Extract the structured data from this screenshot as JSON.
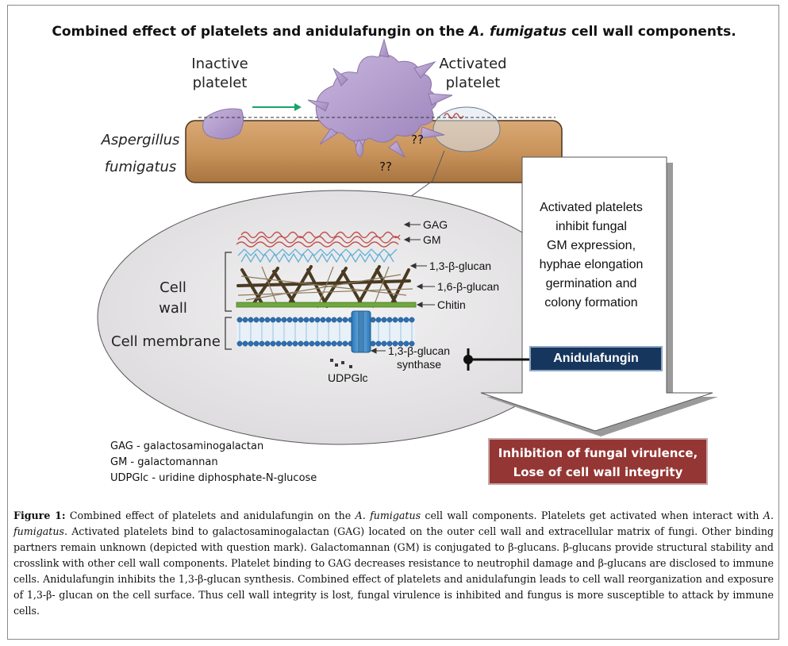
{
  "figure": {
    "title_pre": "Combined effect of platelets and anidulafungin on the ",
    "title_italic": "A. fumigatus",
    "title_post": " cell wall components.",
    "inactive_l1": "Inactive",
    "inactive_l2": "platelet",
    "activated_l1": "Activated",
    "activated_l2": "platelet",
    "organism_l1": "Aspergillus",
    "organism_l2": "fumigatus",
    "question_marks": "??",
    "cell_wall_l1": "Cell",
    "cell_wall_l2": "wall",
    "cell_membrane": "Cell membrane",
    "components": {
      "gag": "GAG",
      "gm": "GM",
      "b13": "1,3-β-glucan",
      "b16": "1,6-β-glucan",
      "chitin": "Chitin",
      "synthase_l1": "1,3-β-glucan",
      "synthase_l2": "synthase",
      "udpglc": "UDPGlc"
    },
    "effect_lines": [
      "Activated platelets",
      "inhibit fungal",
      "GM expression,",
      "hyphae elongation",
      "germination and",
      "colony formation"
    ],
    "drug": "Anidulafungin",
    "outcome_l1": "Inhibition of fungal virulence,",
    "outcome_l2": "Lose of cell wall integrity",
    "legend": [
      "GAG - galactosaminogalactan",
      "GM - galactomannan",
      "UDPGlc - uridine diphosphate-N-glucose"
    ]
  },
  "caption": {
    "label": "Figure 1:",
    "p1": " Combined effect of platelets and anidulafungin on the ",
    "i1": "A. fumigatus",
    "p2": " cell wall components. Platelets get activated when interact with ",
    "i2": "A. fumigatus",
    "p3": ". Activated platelets bind to galactosaminogalactan (GAG) located on the outer cell wall and extracellular matrix of fungi. Other binding partners remain unknown (depicted with question mark). Galactomannan (GM) is conjugated to β-glucans. β-glucans provide structural stability and crosslink with other cell wall components. Platelet binding to GAG decreases resistance to neutrophil damage and β-glucans are disclosed to immune cells. Anidulafungin inhibits the 1,3-β-glucan synthesis. Combined effect of platelets and anidulafungin leads to cell wall reorganization and exposure of 1,3-β- glucan on the cell surface. Thus cell wall integrity is lost, fungal virulence is inhibited and fungus is more susceptible to attack by immune cells."
  },
  "colors": {
    "hypha": "#c9945c",
    "platelet": "#b69fcf",
    "ellipse": "#e6e4e6",
    "drug_box": "#17365d",
    "outcome_box": "#943634",
    "arrow": "#1aa36b"
  }
}
